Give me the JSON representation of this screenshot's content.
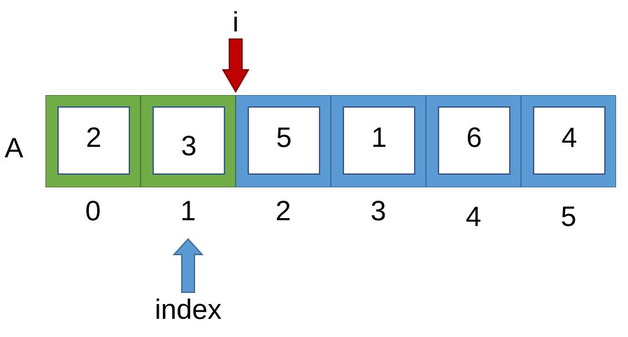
{
  "array": {
    "name": "A",
    "values": [
      "2",
      "3",
      "5",
      "1",
      "6",
      "4"
    ],
    "indices": [
      "0",
      "1",
      "2",
      "3",
      "4",
      "5"
    ],
    "highlighted_count": 2
  },
  "pointers": {
    "i": {
      "label": "i",
      "target_index": 2,
      "color": "#c00000",
      "stroke": "#8b0000"
    },
    "index": {
      "label": "index",
      "target_index": 1,
      "color": "#5b9bd5",
      "stroke": "#41719c"
    }
  },
  "colors": {
    "cell_default": "#5b9bd5",
    "cell_highlight": "#70ad47",
    "cell_highlight_border": "#507e32",
    "cell_default_border": "#41719c"
  }
}
